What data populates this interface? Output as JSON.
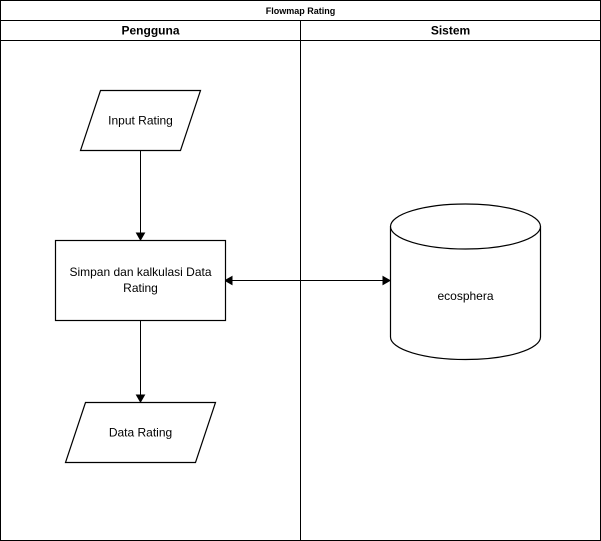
{
  "diagram": {
    "title": "Flowmap Rating",
    "lanes": [
      {
        "id": "pengguna",
        "label": "Pengguna"
      },
      {
        "id": "sistem",
        "label": "Sistem"
      }
    ],
    "nodes": [
      {
        "id": "input-rating",
        "shape": "parallelogram",
        "lane": "pengguna",
        "label": "Input Rating"
      },
      {
        "id": "simpan-kalkulasi",
        "shape": "process",
        "lane": "pengguna",
        "label_lines": [
          "Simpan dan kalkulasi Data",
          "Rating"
        ]
      },
      {
        "id": "data-rating",
        "shape": "parallelogram",
        "lane": "pengguna",
        "label": "Data Rating"
      },
      {
        "id": "ecosphera",
        "shape": "database",
        "lane": "sistem",
        "label": "ecosphera"
      }
    ],
    "edges": [
      {
        "from": "input-rating",
        "to": "simpan-kalkulasi",
        "direction": "forward"
      },
      {
        "from": "simpan-kalkulasi",
        "to": "data-rating",
        "direction": "forward"
      },
      {
        "from": "simpan-kalkulasi",
        "to": "ecosphera",
        "direction": "both"
      }
    ]
  }
}
